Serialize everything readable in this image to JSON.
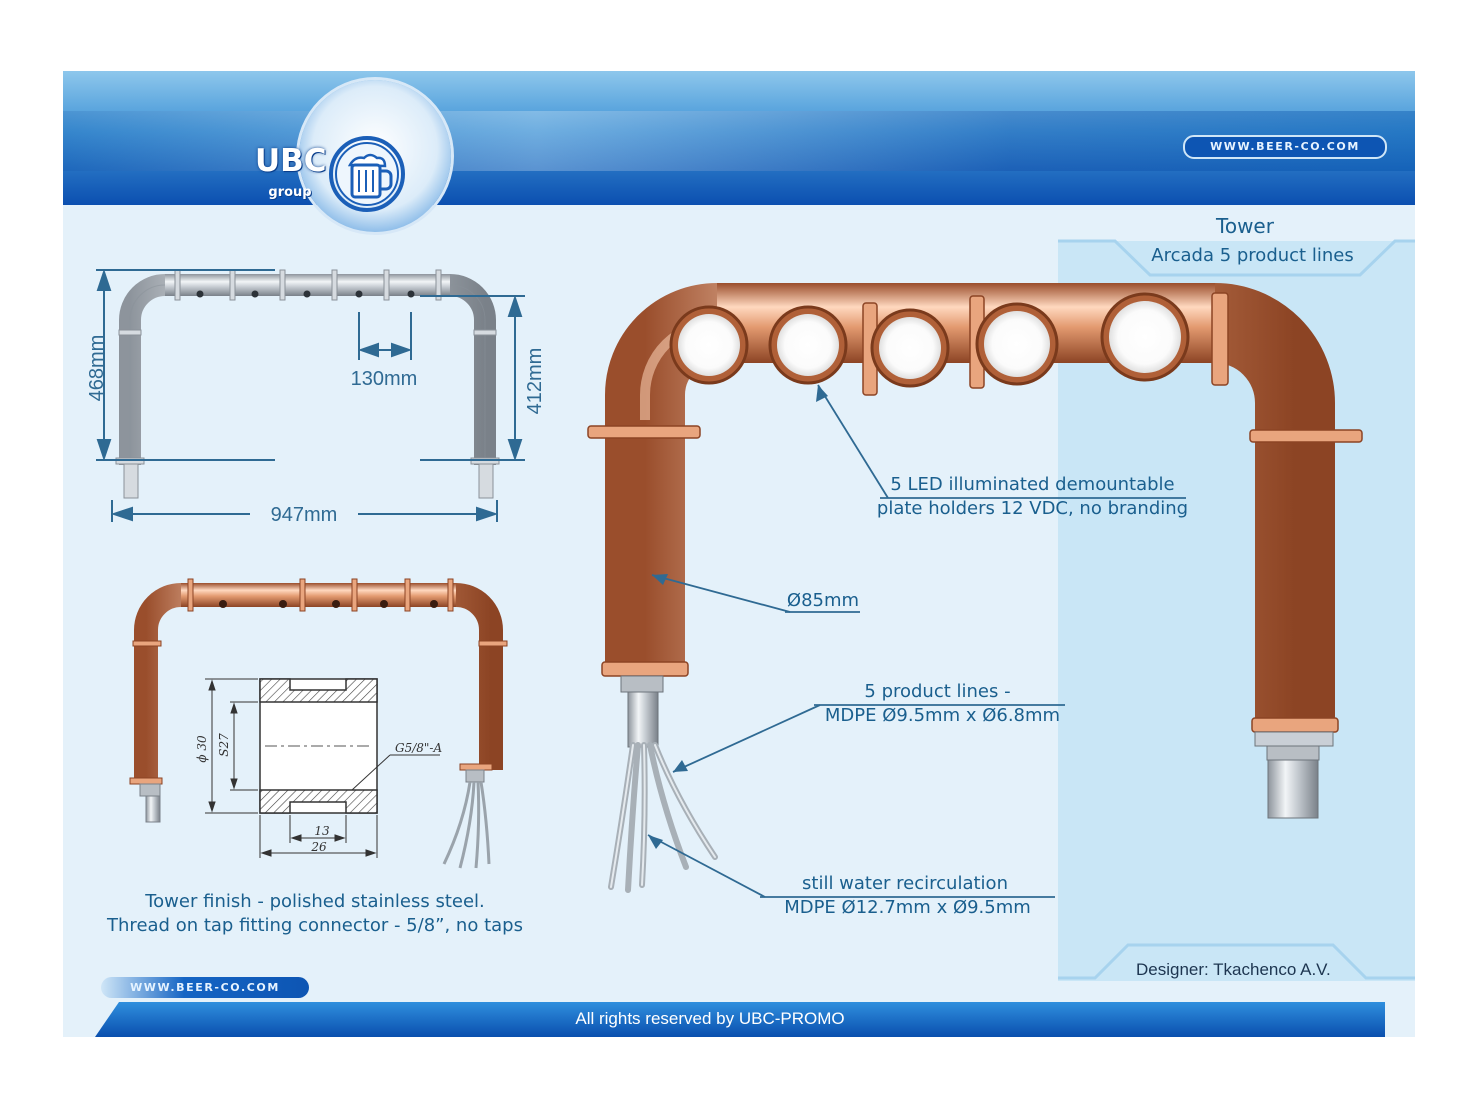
{
  "header": {
    "logo_text": "UBC",
    "logo_sub": "group",
    "url": "WWW.BEER-CO.COM"
  },
  "title": {
    "line1": "Tower",
    "line2": "Arcada 5 product lines"
  },
  "dimensions": {
    "height_total": "468mm",
    "height_inner": "412mm",
    "spacing": "130mm",
    "width": "947mm"
  },
  "section_drawing": {
    "diameter": "ϕ 30",
    "length": "S27",
    "thread": "G5/8\"-A",
    "inner_width": "13",
    "outer_width": "26"
  },
  "callouts": {
    "led_line1": "5 LED illuminated demountable",
    "led_line2": "plate holders 12 VDC, no branding",
    "diameter": "Ø85mm",
    "lines_line1": "5 product lines -",
    "lines_line2": "MDPE Ø9.5mm  x  Ø6.8mm",
    "water_line1": "still water recirculation",
    "water_line2": "MDPE Ø12.7mm  x  Ø9.5mm"
  },
  "finish": {
    "line1": "Tower finish - polished stainless steel.",
    "line2": "Thread on tap fitting connector - 5/8”, no taps"
  },
  "footer": {
    "url": "WWW.BEER-CO.COM",
    "rights": "All rights reserved by UBC-PROMO",
    "designer": "Designer: Tkachenco A.V."
  },
  "colors": {
    "header_blue": "#0b4fb0",
    "label_blue": "#1a5f8e",
    "copper": "#d98a5e",
    "steel": "#c9cfd6"
  }
}
